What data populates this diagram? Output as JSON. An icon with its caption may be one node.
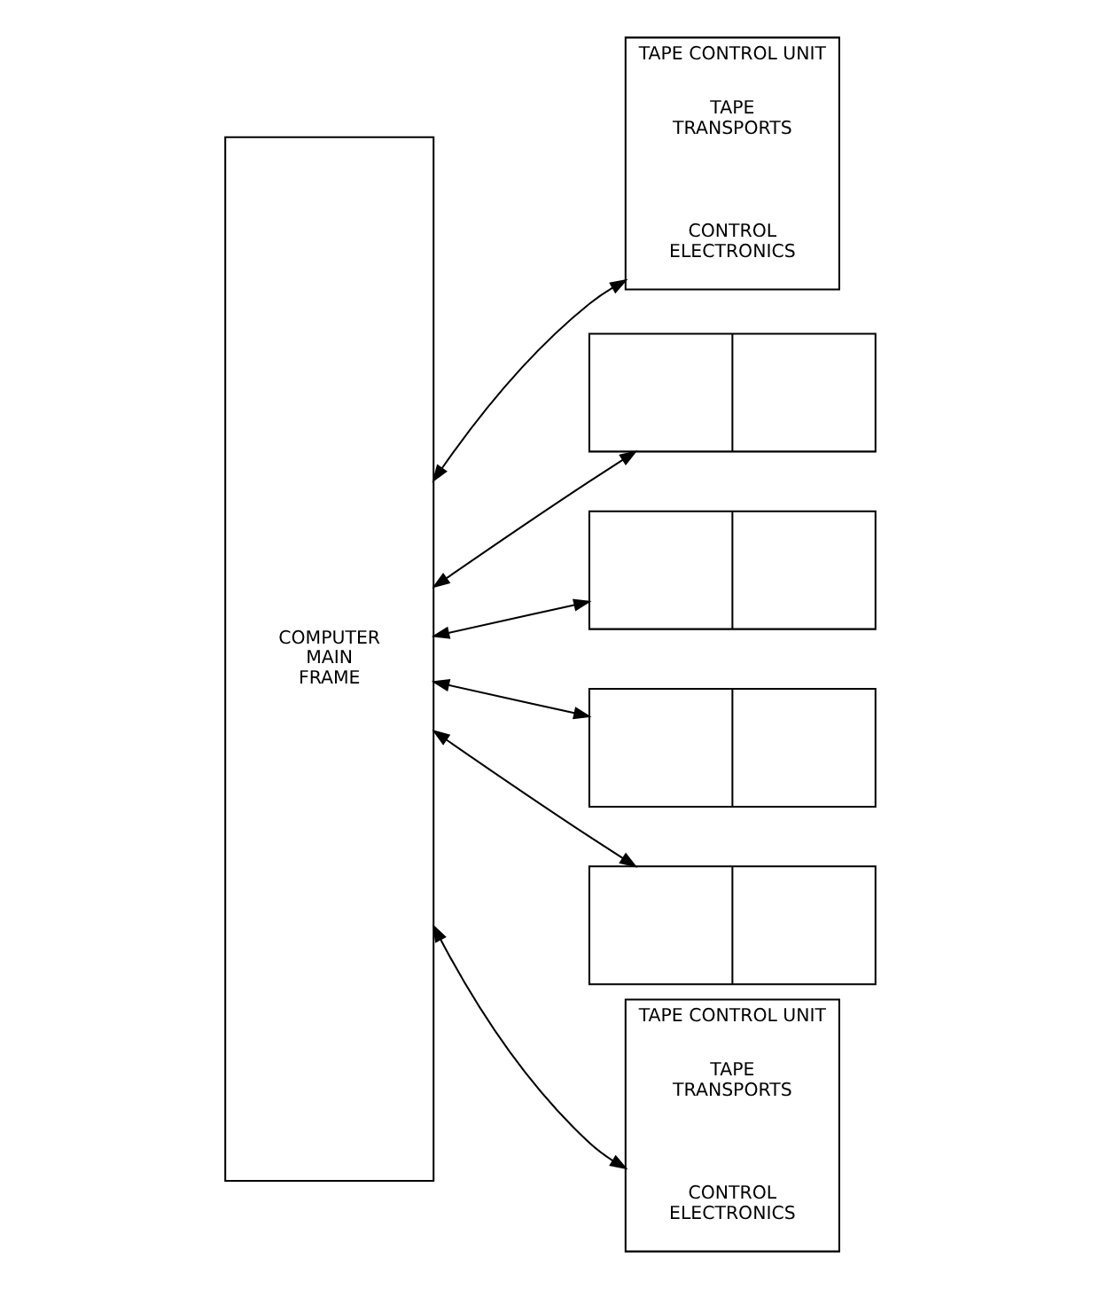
{
  "diagram": {
    "nodes": [
      {
        "text": [
          "COMPUTER MAIN FRAME"
        ]
      },
      {
        "text": [
          "TAPE CONTROL UNIT"
        ]
      },
      {
        "text": [
          "CONTROL ELECTRONICS"
        ],
        "in": 1
      },
      {
        "text": [
          "TAPE TRANSPORTS"
        ],
        "in": 1
      },
      {
        "text": [],
        "shape": "box"
      },
      {
        "text": [],
        "shape": "box"
      },
      {
        "text": [],
        "shape": "box"
      },
      {
        "text": [],
        "shape": "box"
      },
      {
        "text": [
          "TAPE CONTROL UNIT"
        ]
      },
      {
        "text": [
          "CONTROL ELECTRONICS"
        ],
        "in": 8
      },
      {
        "text": [
          "TAPE TRANSPORTS"
        ],
        "in": 8
      }
    ],
    "edges": [
      {
        "from": 0,
        "to": 1,
        "arrow": "both"
      },
      {
        "from": 0,
        "to": 4,
        "arrow": "both"
      },
      {
        "from": 0,
        "to": 5,
        "arrow": "both"
      },
      {
        "from": 0,
        "to": 6,
        "arrow": "both"
      },
      {
        "from": 0,
        "to": 7,
        "arrow": "both"
      },
      {
        "from": 0,
        "to": 8,
        "arrow": "both"
      }
    ]
  }
}
